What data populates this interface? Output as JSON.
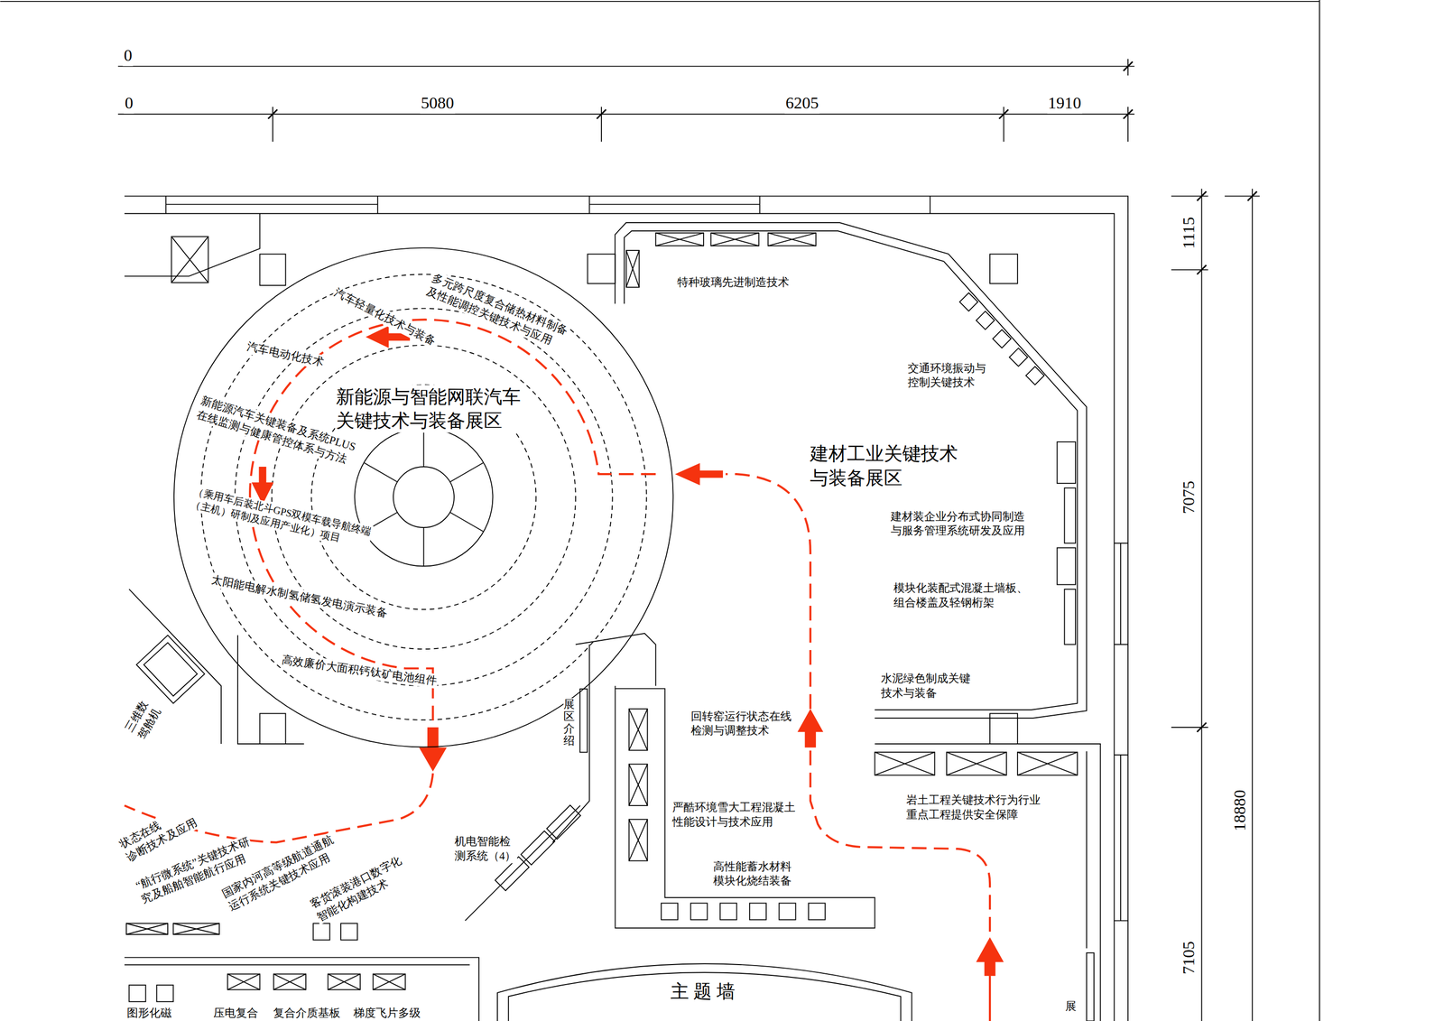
{
  "diagram": {
    "nodes": [
      {
        "text": [
          "新能源与智能网联汽车 关键技术与装备展区",
          "多元跨尺度复合储热材料制备 及性能调控关键技术与应用",
          "汽车轻量化技术与装备",
          "汽车电动化技术",
          "新能源汽车关键装备及系统PLUS 在线监测与健康管控体系与方法",
          "（乘用车后装北斗GPS双模车载导航终端 （主机）研制及应用产业化）项目",
          "太阳能电解水制氢储氢发电演示装备",
          "高效廉价大面积钙钛矿电池组件"
        ]
      },
      {
        "text": [
          "特种玻璃先进制造技术",
          "交通环境振动与 控制关键技术",
          "建材工业关键技术 与装备展区",
          "建材装企业分布式协同制造 与服务管理系统研发及应用",
          "模块化装配式混凝土墙板、 组合楼盖及轻钢桁架",
          "水泥绿色制成关键 技术与装备"
        ]
      },
      {
        "text": [
          "展区介绍"
        ]
      },
      {
        "text": [
          "主 题 墙"
        ]
      }
    ],
    "labels": [
      "0",
      "0",
      "5080",
      "6205",
      "1910",
      "1115",
      "7075",
      "18880",
      "7105",
      "回转窑运行状态在线 检测与调整技术",
      "严酷环境雪大工程混凝土 性能设计与技术应用",
      "高性能蓄水材料 模块化烧结装备",
      "岩土工程关键技术行为行业 重点工程提供安全保障",
      "机电智能检 测系统（4）",
      "三维数 驾舱机",
      "状态在线 诊断技术及应用",
      "“航行微系统”关键技术研 究及船舶智能航行应用",
      "国家内河高等级航道通航 运行系统关键技术应用",
      "客货滚装港口数字化 智能化构建技术",
      "图形化磁",
      "压电复合",
      "复合介质基板",
      "梯度飞片多级",
      "展"
    ]
  }
}
